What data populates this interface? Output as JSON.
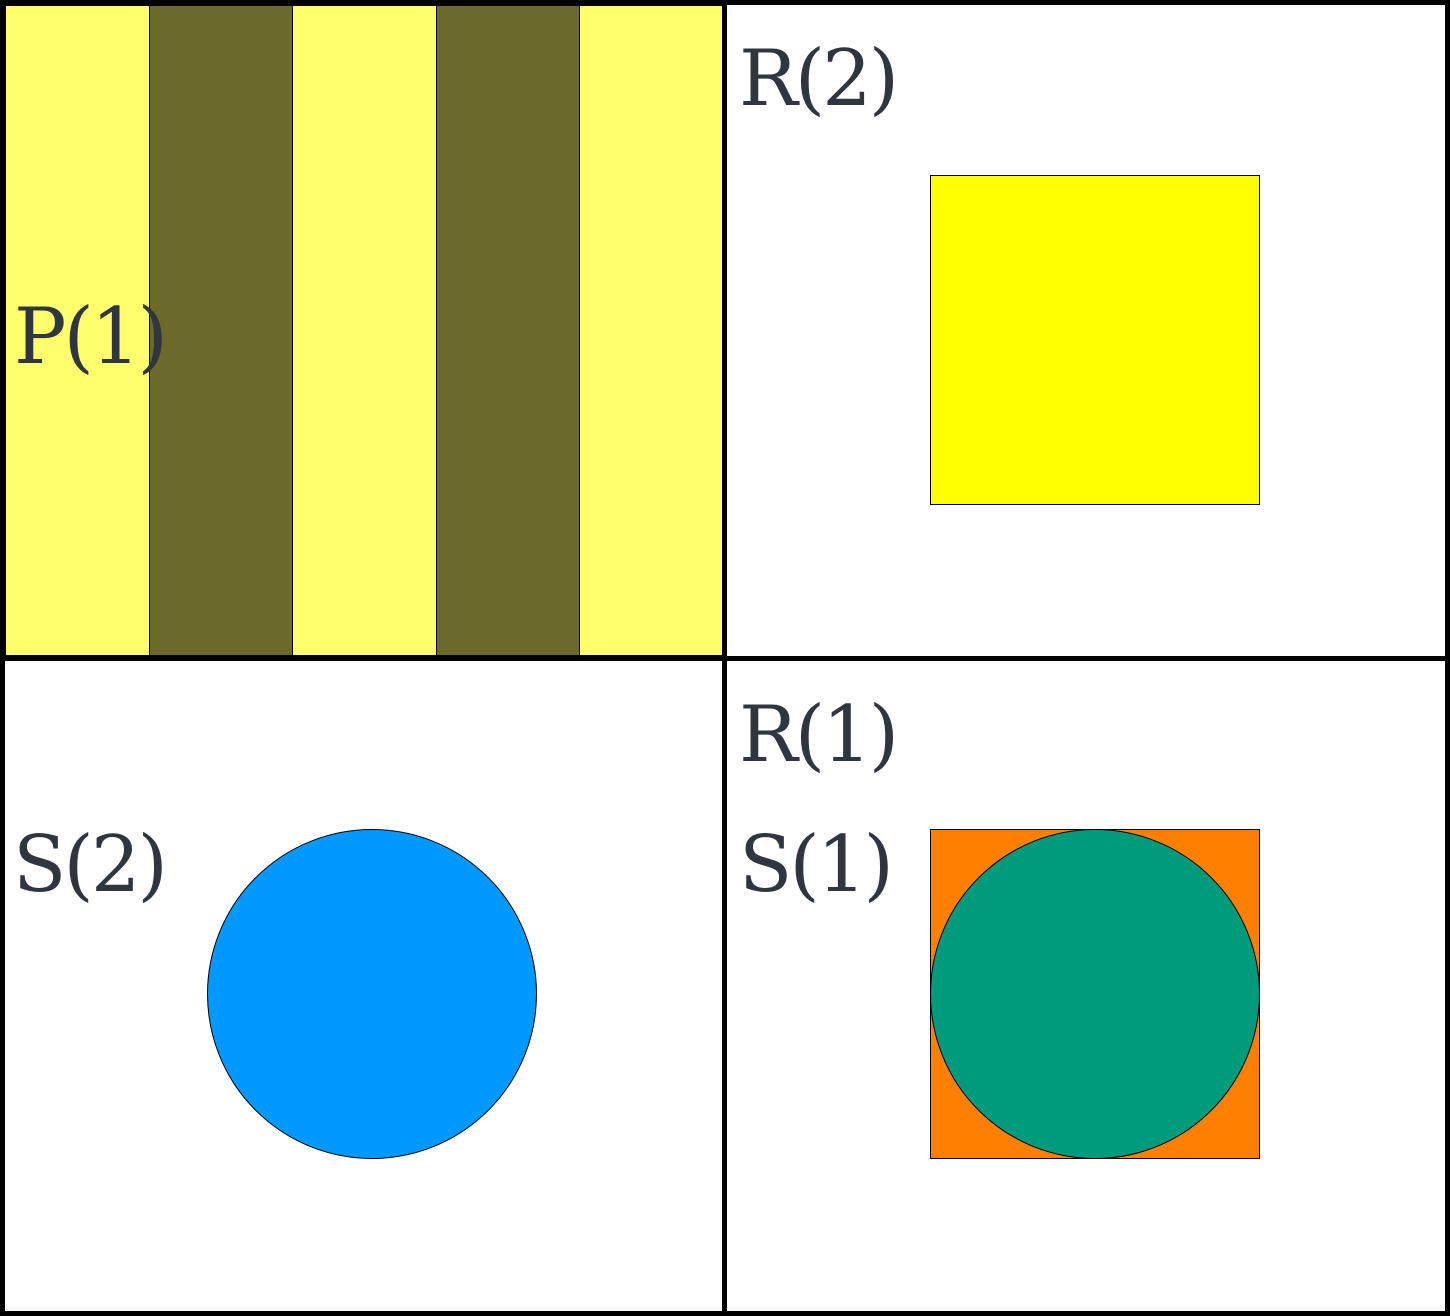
{
  "panels": {
    "p": {
      "label": "P(1)",
      "colors": {
        "light": "#ffff6e",
        "dark": "#6b6a2b"
      },
      "stripes": [
        "light",
        "dark",
        "light",
        "dark",
        "light"
      ]
    },
    "r2": {
      "label": "R(2)",
      "colors": {
        "square": "#ffff00"
      }
    },
    "s2": {
      "label": "S(2)",
      "colors": {
        "circle": "#0099ff"
      }
    },
    "r1s1": {
      "label_top": "R(1)",
      "label_bottom": "S(1)",
      "colors": {
        "square": "#ff7f00",
        "circle": "#009a7d"
      }
    }
  },
  "border_color": "#000000",
  "text_color": "#2f3640"
}
